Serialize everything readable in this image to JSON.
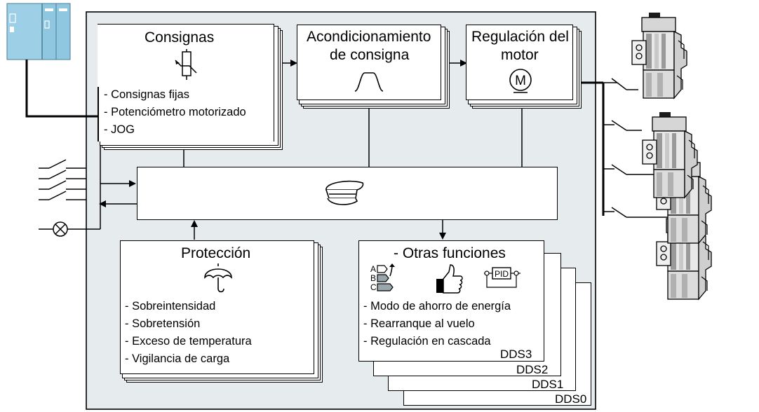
{
  "setpoints": {
    "title": "Consignas",
    "items": [
      "- Consignas fijas",
      "- Potenciómetro motorizado",
      "- JOG"
    ]
  },
  "conditioning": {
    "title_line1": "Acondicionamiento",
    "title_line2": "de consigna"
  },
  "motor_control": {
    "title_line1": "Regulación del",
    "title_line2": "motor",
    "symbol": "M"
  },
  "protection": {
    "title": "Protección",
    "items": [
      "- Sobreintensidad",
      "- Sobretensión",
      "- Exceso de temperatura",
      "- Vigilancia de carga"
    ]
  },
  "other_functions": {
    "title": "- Otras funciones",
    "efficiency_labels": [
      "A",
      "B",
      "C"
    ],
    "pid_label": "PID",
    "items": [
      "- Modo de ahorro de energía",
      "- Rearranque al vuelo",
      "- Regulación en cascada"
    ]
  },
  "data_sets": [
    "DDS3",
    "DDS2",
    "DDS1",
    "DDS0"
  ],
  "icons": {
    "control_unit": "captain-hat-icon",
    "setpoint": "potentiometer-icon",
    "ramp": "ramp-function-icon",
    "protection": "umbrella-icon",
    "efficiency": "efficiency-class-icon",
    "thumb": "thumbs-up-icon",
    "pid": "pid-controller-icon",
    "lamp": "signal-lamp-icon",
    "plc": "plc-icon",
    "motors": "motor-icon"
  },
  "colors": {
    "panel_bg": "#e6ebee",
    "plc": "#8fc7e0",
    "motor_light": "#e1e1e1",
    "motor_dark": "#7a7a7a"
  }
}
